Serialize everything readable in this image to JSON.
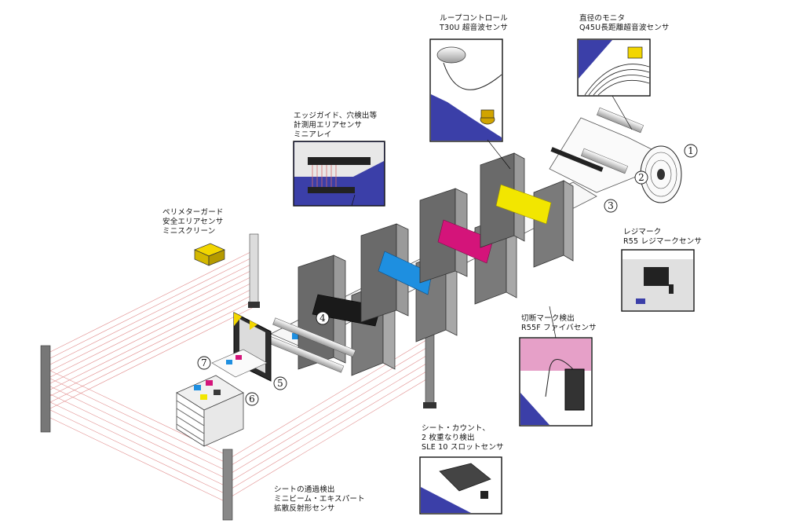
{
  "labels": {
    "loop_control": [
      "ループコントロール",
      "T30U 超音波センサ"
    ],
    "diameter_monitor": [
      "直径のモニタ",
      "Q45U長距離超音波センサ"
    ],
    "edge_guide": [
      "エッジガイド、穴検出等",
      "計測用エリアセンサ",
      "ミニアレイ"
    ],
    "perimeter_guard": [
      "ペリメターガード",
      "安全エリアセンサ",
      "ミニスクリーン"
    ],
    "registration_mark": [
      "レジマーク",
      "R55 レジマークセンサ"
    ],
    "cut_mark": [
      "切断マーク検出",
      "R55F ファイバセンサ"
    ],
    "sheet_count": [
      "シート・カウント、",
      "2 枚重なり検出",
      "SLE 10 スロットセンサ"
    ],
    "sheet_pass": [
      "シートの通過検出",
      "ミニビーム・エキスパート",
      "拡散反射形センサ"
    ]
  },
  "numbers": [
    "1",
    "2",
    "3",
    "4",
    "5",
    "6",
    "7"
  ],
  "colors": {
    "cyan": "#1e8fe0",
    "magenta": "#d4147a",
    "yellow": "#f2e600",
    "black": "#1a1a1a",
    "panel_blue": "#3b3fa8",
    "machine_gray": "#8e8e8e",
    "curtain_red": "#d86a6a"
  }
}
